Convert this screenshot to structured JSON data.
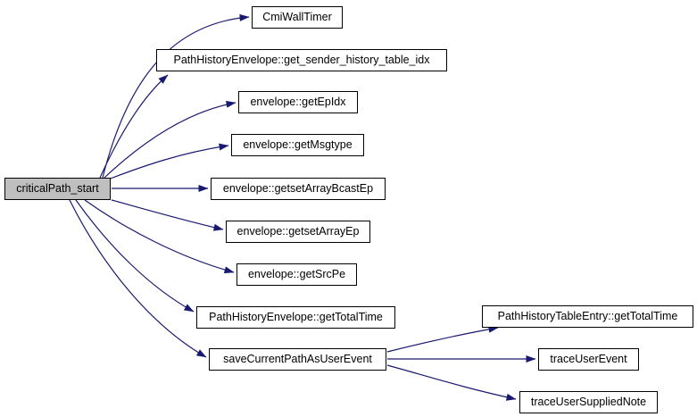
{
  "diagram": {
    "type": "call-graph",
    "background_color": "#ffffff",
    "edge_color": "#191970",
    "node_fill_color": "#ffffff",
    "node_border_color": "#000000",
    "highlighted_node_fill_color": "#bfbfbf",
    "text_color": "#000000"
  },
  "nodes": [
    {
      "id": "criticalPath_start",
      "label": "criticalPath_start",
      "highlighted": true
    },
    {
      "id": "CmiWallTimer",
      "label": "CmiWallTimer",
      "highlighted": false
    },
    {
      "id": "get_sender_history_table_idx",
      "label": "PathHistoryEnvelope::get_sender_history_table_idx",
      "highlighted": false
    },
    {
      "id": "getEpIdx",
      "label": "envelope::getEpIdx",
      "highlighted": false
    },
    {
      "id": "getMsgtype",
      "label": "envelope::getMsgtype",
      "highlighted": false
    },
    {
      "id": "getsetArrayBcastEp",
      "label": "envelope::getsetArrayBcastEp",
      "highlighted": false
    },
    {
      "id": "getsetArrayEp",
      "label": "envelope::getsetArrayEp",
      "highlighted": false
    },
    {
      "id": "getSrcPe",
      "label": "envelope::getSrcPe",
      "highlighted": false
    },
    {
      "id": "PathHistoryEnvelope_getTotalTime",
      "label": "PathHistoryEnvelope::getTotalTime",
      "highlighted": false
    },
    {
      "id": "saveCurrentPathAsUserEvent",
      "label": "saveCurrentPathAsUserEvent",
      "highlighted": false
    },
    {
      "id": "PathHistoryTableEntry_getTotalTime",
      "label": "PathHistoryTableEntry::getTotalTime",
      "highlighted": false
    },
    {
      "id": "traceUserEvent",
      "label": "traceUserEvent",
      "highlighted": false
    },
    {
      "id": "traceUserSuppliedNote",
      "label": "traceUserSuppliedNote",
      "highlighted": false
    }
  ],
  "edges": [
    {
      "from": "criticalPath_start",
      "to": "CmiWallTimer"
    },
    {
      "from": "criticalPath_start",
      "to": "get_sender_history_table_idx"
    },
    {
      "from": "criticalPath_start",
      "to": "getEpIdx"
    },
    {
      "from": "criticalPath_start",
      "to": "getMsgtype"
    },
    {
      "from": "criticalPath_start",
      "to": "getsetArrayBcastEp"
    },
    {
      "from": "criticalPath_start",
      "to": "getsetArrayEp"
    },
    {
      "from": "criticalPath_start",
      "to": "getSrcPe"
    },
    {
      "from": "criticalPath_start",
      "to": "PathHistoryEnvelope_getTotalTime"
    },
    {
      "from": "criticalPath_start",
      "to": "saveCurrentPathAsUserEvent"
    },
    {
      "from": "saveCurrentPathAsUserEvent",
      "to": "PathHistoryTableEntry_getTotalTime"
    },
    {
      "from": "saveCurrentPathAsUserEvent",
      "to": "traceUserEvent"
    },
    {
      "from": "saveCurrentPathAsUserEvent",
      "to": "traceUserSuppliedNote"
    }
  ]
}
